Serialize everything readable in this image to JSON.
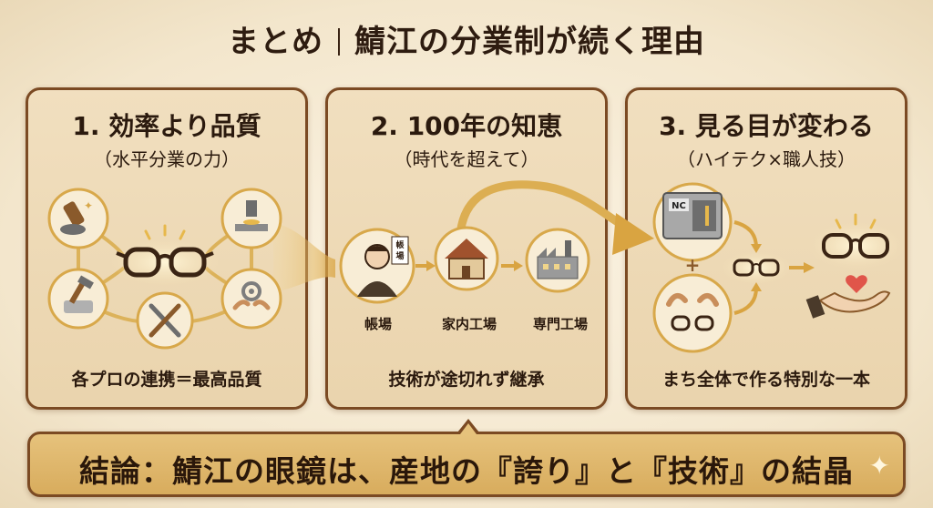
{
  "title": {
    "left": "まとめ",
    "right": "鯖江の分業制が続く理由"
  },
  "panels": [
    {
      "title": "1. 効率より品質",
      "subtitle": "（水平分業の力）",
      "footer": "各プロの連携＝最高品質"
    },
    {
      "title": "2. 100年の知恵",
      "subtitle": "（時代を超えて）",
      "footer": "技術が途切れず継承",
      "stages": [
        "帳場",
        "家内工場",
        "専門工場"
      ],
      "sign_text": "帳場"
    },
    {
      "title": "3. 見る目が変わる",
      "subtitle": "（ハイテク×職人技）",
      "footer": "まち全体で作る特別な一本",
      "machine_label": "NC"
    }
  ],
  "conclusion": "結論：鯖江の眼鏡は、産地の『誇り』と『技術』の結晶",
  "colors": {
    "border": "#7b4a23",
    "gold": "#d8a84a",
    "arrow": "#d9a441",
    "bar": "#e0b76d"
  }
}
